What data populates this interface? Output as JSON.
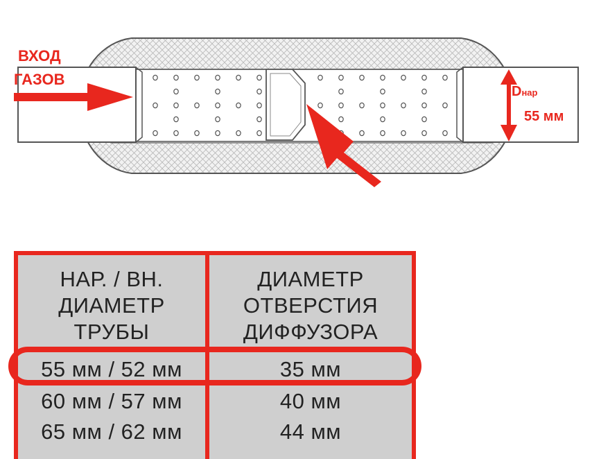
{
  "diagram": {
    "inlet_label_line1": "ВХОД",
    "inlet_label_line2": "ГАЗОВ",
    "diameter_label_main": "D",
    "diameter_label_sub": "нар",
    "diameter_value": "55 мм"
  },
  "table": {
    "headers": [
      [
        "НАР. / ВН.",
        "ДИАМЕТР",
        "ТРУБЫ"
      ],
      [
        "ДИАМЕТР",
        "ОТВЕРСТИЯ",
        "ДИФФУЗОРА"
      ]
    ],
    "rows": [
      [
        "55 мм / 52 мм",
        "35 мм"
      ],
      [
        "60 мм / 57 мм",
        "40 мм"
      ],
      [
        "65 мм / 62 мм",
        "44 мм"
      ]
    ],
    "highlighted_row": 0
  },
  "colors": {
    "accent_red": "#e8271e",
    "table_bg": "#cfcfcf",
    "line": "#555555"
  }
}
